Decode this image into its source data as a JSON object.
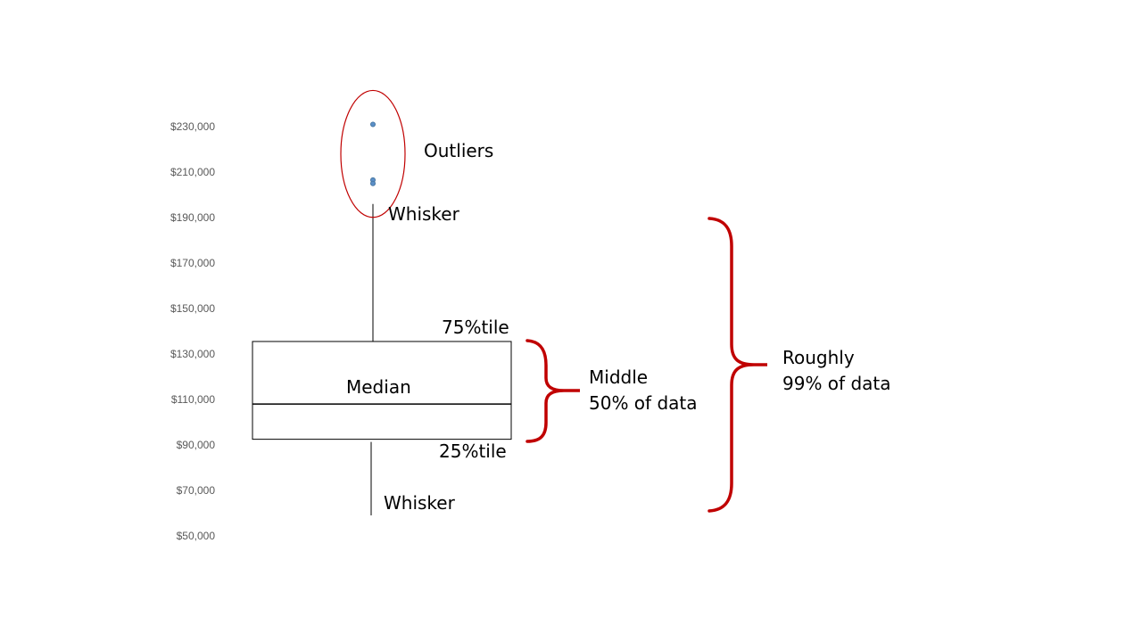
{
  "chart_data": {
    "type": "box",
    "title": "",
    "xlabel": "",
    "ylabel": "",
    "ylim": [
      50000,
      230000
    ],
    "y_ticks": [
      {
        "value": 230000,
        "label": "$230,000"
      },
      {
        "value": 210000,
        "label": "$210,000"
      },
      {
        "value": 190000,
        "label": "$190,000"
      },
      {
        "value": 170000,
        "label": "$170,000"
      },
      {
        "value": 150000,
        "label": "$150,000"
      },
      {
        "value": 130000,
        "label": "$130,000"
      },
      {
        "value": 110000,
        "label": "$110,000"
      },
      {
        "value": 90000,
        "label": "$90,000"
      },
      {
        "value": 70000,
        "label": "$70,000"
      },
      {
        "value": 50000,
        "label": "$50,000"
      }
    ],
    "grid": false,
    "box": {
      "whisker_low": 59000,
      "q1": 92500,
      "median": 108000,
      "q3": 135500,
      "whisker_high": 196000
    },
    "outliers": [
      231000,
      206500,
      205000
    ],
    "colors": {
      "outlier_point": "#5b8fc7",
      "outlier_ring": "#c00000",
      "brace": "#c00000",
      "box_stroke": "#000000"
    }
  },
  "annotations": {
    "outliers": "Outliers",
    "whisker_top": "Whisker",
    "q3": "75%tile",
    "median": "Median",
    "q1": "25%tile",
    "whisker_bottom": "Whisker",
    "middle_line1": "Middle",
    "middle_line2": "50% of data",
    "roughly_line1": "Roughly",
    "roughly_line2": "99% of data"
  }
}
